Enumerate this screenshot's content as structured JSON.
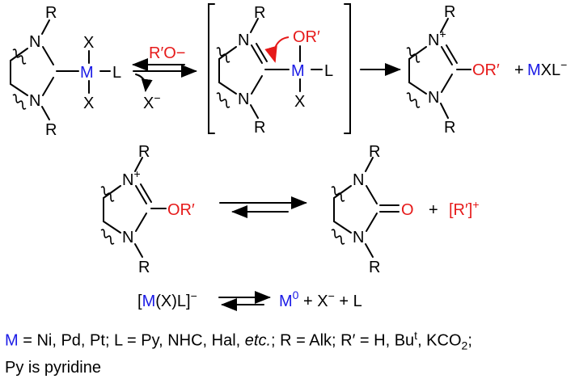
{
  "scheme": {
    "atoms": {
      "N": "N",
      "R": "R",
      "X": "X",
      "M": "M",
      "L": "L",
      "O": "O"
    },
    "charges": {
      "plus": "+",
      "minus": "−"
    },
    "reagent_top": "R′O−",
    "reagent_bottom": "X−",
    "intermediate_group": "OR′",
    "product_group": "OR′",
    "product_plus": "+",
    "product_salt_metal": "M",
    "product_salt_rest": "XL",
    "product_salt_charge": "−",
    "row2_plus": "+",
    "row2_cation": "[R′]",
    "row2_cation_charge": "+",
    "row3_left_open": "[",
    "row3_left_metal": "M",
    "row3_left_rest": "(X)L]",
    "row3_left_charge": "−",
    "row3_right_metal": "M",
    "row3_right_metal_sup": "0",
    "row3_right_rest": " + X",
    "row3_right_minus": "−",
    "row3_right_tail": " + L"
  },
  "footnote": {
    "line1_m": "M",
    "line1_a": " = Ni, Pd, Pt; L = Py, NHC, Hal, ",
    "line1_etc": "etc.",
    "line1_b": "; R = Alk; R′ = H, Bu",
    "line1_bu_sup": "t",
    "line1_c": ", KCO",
    "line1_co2_sub": "2",
    "line1_d": ";",
    "line2": "Py is pyridine"
  },
  "colors": {
    "metal": "#1a1ae6",
    "red": "#e61a1a",
    "text": "#000000"
  }
}
